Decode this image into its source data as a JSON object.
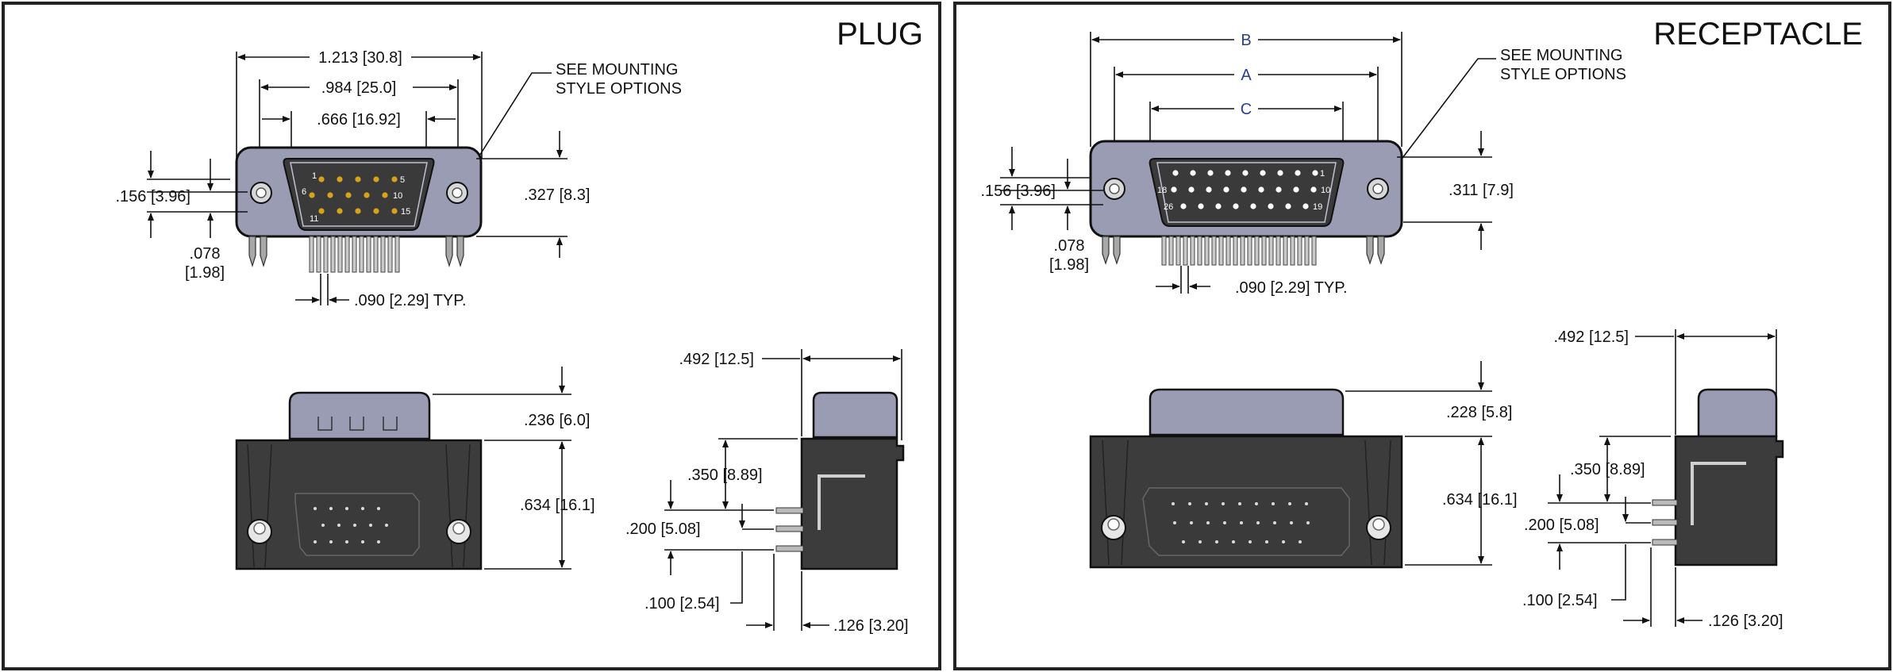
{
  "plug": {
    "title": "PLUG",
    "dim_overall": "1.213 [30.8]",
    "dim_mount": ".984 [25.0]",
    "dim_shell": ".666 [16.92]",
    "note_line1": "SEE MOUNTING",
    "note_line2": "STYLE OPTIONS",
    "dim_hole_offset": ".156 [3.96]",
    "dim_height": ".327 [8.3]",
    "dim_bottom_1": ".078",
    "dim_bottom_2": "[1.98]",
    "dim_pitch": ".090 [2.29] TYP.",
    "dim_shell_height": ".236 [6.0]",
    "dim_body_height": ".634 [16.1]",
    "dim_depth": ".492 [12.5]",
    "dim_row1": ".350 [8.89]",
    "dim_row2": ".200 [5.08]",
    "dim_row3": ".100 [2.54]",
    "dim_tail": ".126 [3.20]",
    "pin_labels": [
      "1",
      "5",
      "6",
      "10",
      "11",
      "15"
    ]
  },
  "receptacle": {
    "title": "RECEPTACLE",
    "dim_b": "B",
    "dim_a": "A",
    "dim_c": "C",
    "note_line1": "SEE MOUNTING",
    "note_line2": "STYLE OPTIONS",
    "dim_hole_offset": ".156 [3.96]",
    "dim_height": ".311 [7.9]",
    "dim_bottom_1": ".078",
    "dim_bottom_2": "[1.98]",
    "dim_pitch": ".090 [2.29] TYP.",
    "dim_shell_height": ".228 [5.8]",
    "dim_body_height": ".634 [16.1]",
    "dim_depth": ".492 [12.5]",
    "dim_row1": ".350 [8.89]",
    "dim_row2": ".200 [5.08]",
    "dim_row3": ".100 [2.54]",
    "dim_tail": ".126 [3.20]",
    "pin_labels": [
      "1",
      "10",
      "18",
      "26",
      "19"
    ]
  },
  "colors": {
    "shell": "#9a9cb4",
    "body": "#3c3c3c",
    "pin_gold": "#d9a21b",
    "frame": "#222222",
    "letter_blue": "#2b3f8c"
  }
}
